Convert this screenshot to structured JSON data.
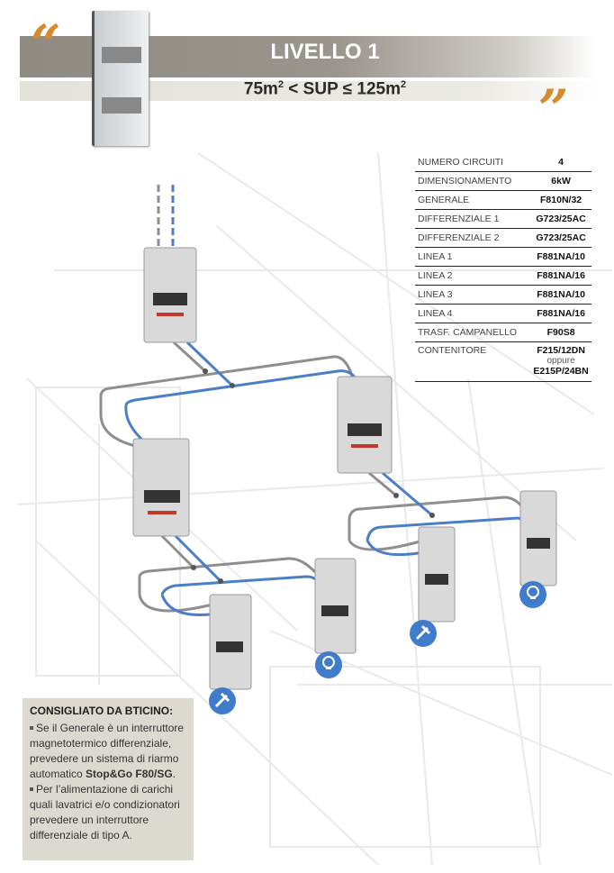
{
  "header": {
    "title": "LIVELLO 1",
    "subtitle_pre": "75m",
    "subtitle_mid": " < SUP ≤ 125m",
    "sup": "2",
    "open_quote": "“",
    "close_quote": "”"
  },
  "specs": [
    {
      "label": "NUMERO CIRCUITI",
      "value": "4"
    },
    {
      "label": "DIMENSIONAMENTO",
      "value": "6kW"
    },
    {
      "label": "GENERALE",
      "value": "F810N/32"
    },
    {
      "label": "DIFFERENZIALE 1",
      "value": "G723/25AC"
    },
    {
      "label": "DIFFERENZIALE 2",
      "value": "G723/25AC"
    },
    {
      "label": "LINEA 1",
      "value": "F881NA/10"
    },
    {
      "label": "LINEA 2",
      "value": "F881NA/16"
    },
    {
      "label": "LINEA 3",
      "value": "F881NA/10"
    },
    {
      "label": "LINEA 4",
      "value": "F881NA/16"
    },
    {
      "label": "TRASF. CAMPANELLO",
      "value": "F90S8"
    }
  ],
  "container": {
    "label": "CONTENITORE",
    "value1": "F215/12DN",
    "or": "oppure",
    "value2": "E215P/24BN"
  },
  "note": {
    "title": "CONSIGLIATO DA BTICINO:",
    "item1_pre": "Se il Generale è un interruttore magnetotermico differenziale, prevedere un sistema di riarmo automatico ",
    "item1_bold": "Stop&Go F80/SG",
    "item1_post": ".",
    "item2": "Per l’alimentazione di carichi quali lavatrici e/o condizionatori prevedere un interruttore differenziale di tipo A."
  },
  "colors": {
    "accent": "#d68a2e",
    "wire_blue": "#4a7fc8",
    "wire_grey": "#8e8e8e",
    "icon_blue": "#3f7ccc"
  },
  "icons": [
    "plug-icon",
    "bulb-icon",
    "plug-icon",
    "bulb-icon"
  ]
}
